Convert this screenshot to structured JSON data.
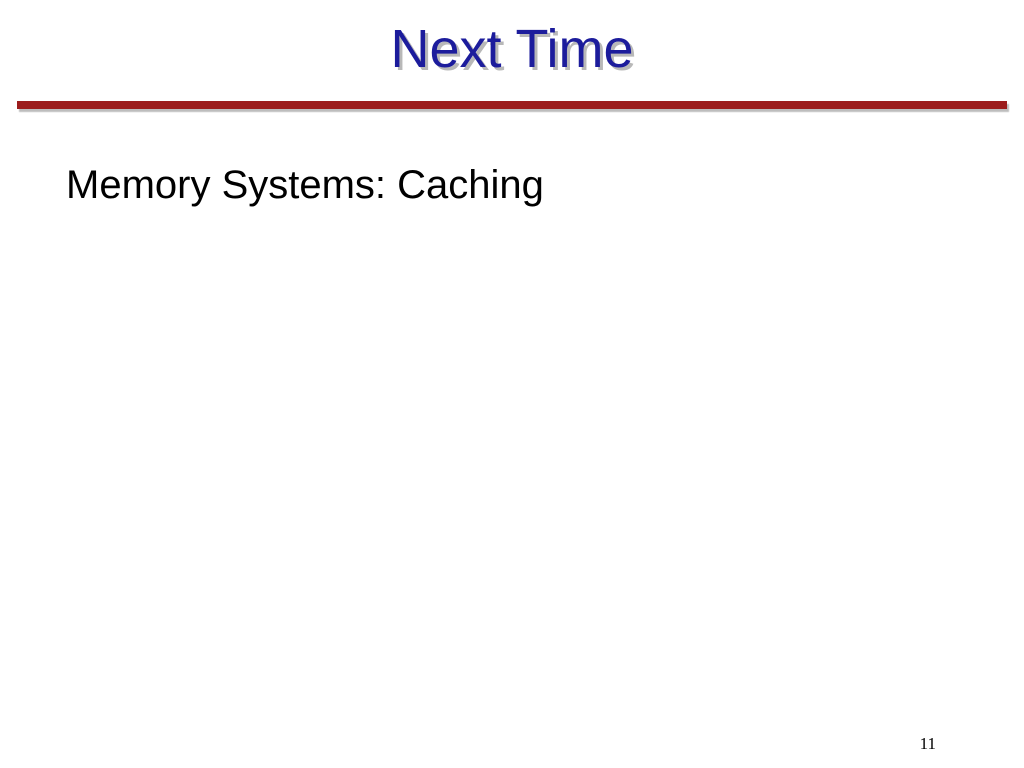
{
  "slide": {
    "title": "Next Time",
    "body": "Memory Systems: Caching",
    "page_number": "11"
  },
  "colors": {
    "title": "#1c1c9c",
    "rule": "#9c1c1c",
    "text": "#000000",
    "background": "#ffffff"
  }
}
